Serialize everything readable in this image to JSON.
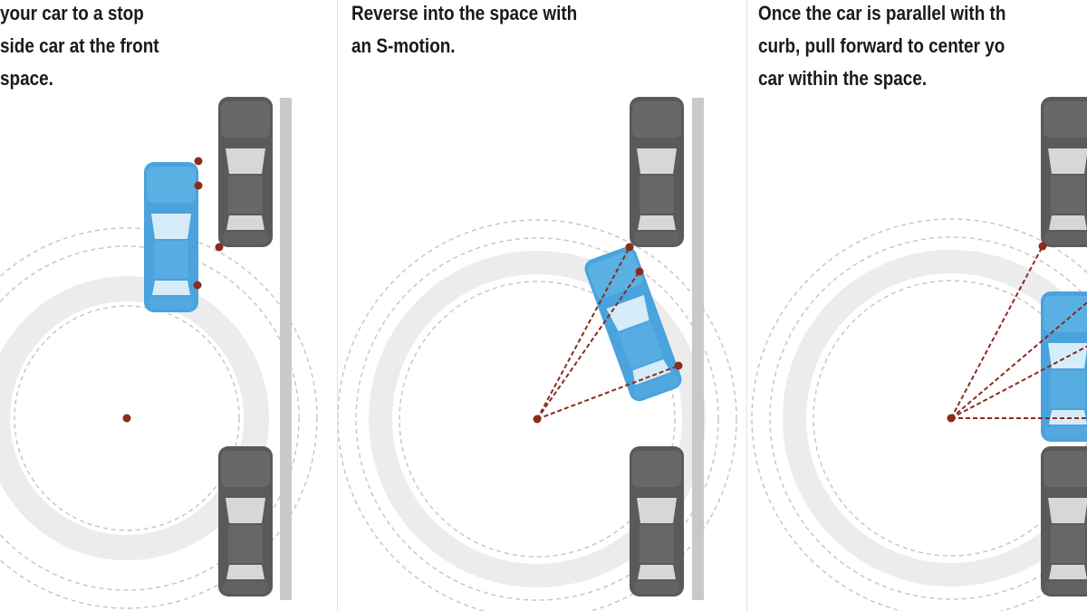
{
  "steps": [
    {
      "caption": "your car to a stop\nside car at the front\nspace."
    },
    {
      "caption": "Reverse into the space with\nan S-motion."
    },
    {
      "caption": "Once the car is parallel with th\ncurb, pull forward to center yo\ncar within the space."
    }
  ],
  "colors": {
    "user_car": "#4aa3dc",
    "parked_car": "#5a5a5a",
    "turning_ring": "#ececec",
    "pivot_marker": "#8a2c1e",
    "curb": "#c9c9c9"
  },
  "icons": [
    "car-top-view-icon",
    "pivot-point-marker",
    "reference-point-marker"
  ]
}
